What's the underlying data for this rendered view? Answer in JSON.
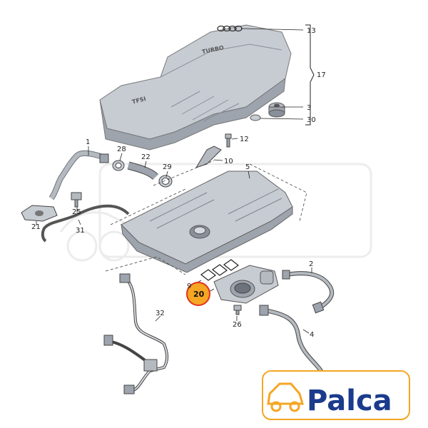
{
  "diagram": {
    "callouts": [
      {
        "id": "13",
        "text": "13"
      },
      {
        "id": "17",
        "text": "17"
      },
      {
        "id": "3",
        "text": "3"
      },
      {
        "id": "30",
        "text": "30"
      },
      {
        "id": "12",
        "text": "12"
      },
      {
        "id": "10",
        "text": "10"
      },
      {
        "id": "1",
        "text": "1"
      },
      {
        "id": "28",
        "text": "28"
      },
      {
        "id": "22",
        "text": "22"
      },
      {
        "id": "29",
        "text": "29"
      },
      {
        "id": "5",
        "text": "5"
      },
      {
        "id": "25",
        "text": "25"
      },
      {
        "id": "21",
        "text": "21"
      },
      {
        "id": "31",
        "text": "31"
      },
      {
        "id": "2",
        "text": "2"
      },
      {
        "id": "9",
        "text": "9"
      },
      {
        "id": "20",
        "text": "20"
      },
      {
        "id": "26",
        "text": "26"
      },
      {
        "id": "32",
        "text": "32"
      },
      {
        "id": "4",
        "text": "4"
      }
    ],
    "highlight_callout": "20",
    "highlight_color": "#f5a623",
    "cover_text_1": "TURBO",
    "cover_text_2": "TFSI"
  },
  "brand": {
    "logo_text": "Palca",
    "logo_color": "#1b3b8c",
    "accent_color": "#f5a623",
    "icon": "car-icon"
  }
}
